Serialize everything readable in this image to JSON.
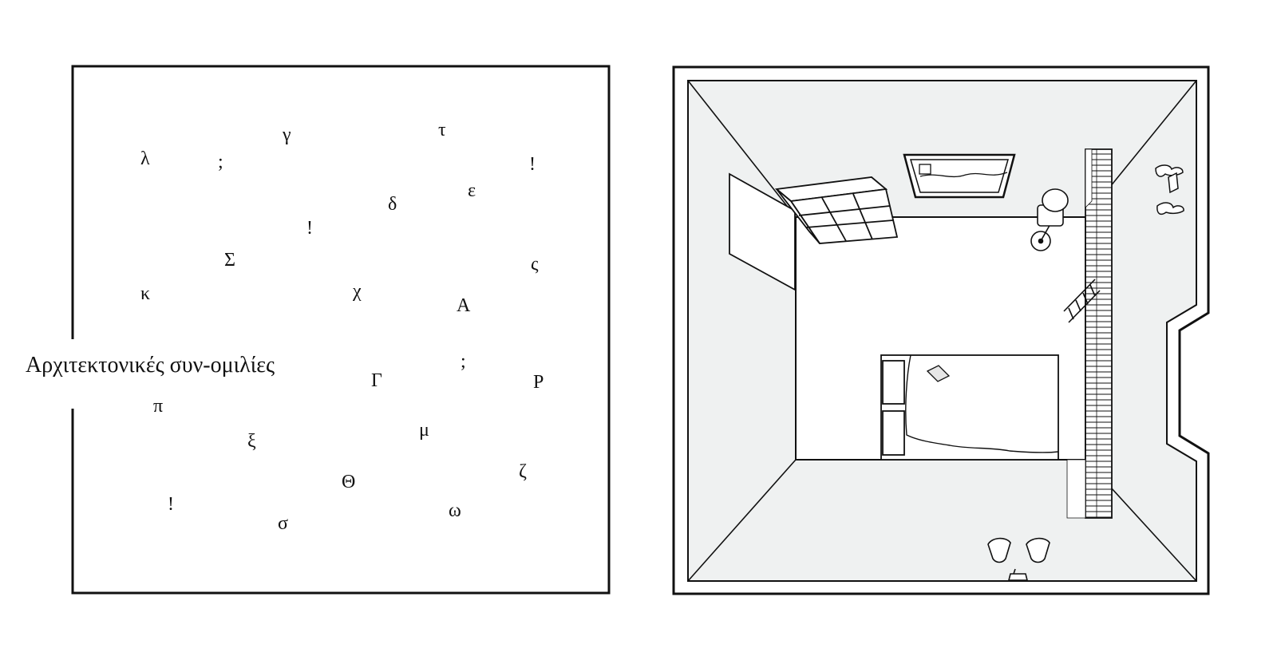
{
  "left_panel": {
    "title": "Αρχιτεκτονικές συν-ομιλίες",
    "glyphs": [
      "λ",
      ";",
      "γ",
      "τ",
      "!",
      "δ",
      "ε",
      "!",
      "Σ",
      "ς",
      "κ",
      "χ",
      "Α",
      ";",
      "Γ",
      "Ρ",
      "π",
      "ξ",
      "μ",
      "Θ",
      "ζ",
      "!",
      "σ",
      "ω"
    ]
  },
  "right_panel": {
    "elements": [
      "outer-wall",
      "floor-plane",
      "ceiling-window",
      "shelf-unit",
      "wall-mirror",
      "floor-lamp",
      "tall-bookcase",
      "wall-ladder",
      "bed",
      "pillow",
      "book",
      "chair",
      "slipper"
    ]
  }
}
